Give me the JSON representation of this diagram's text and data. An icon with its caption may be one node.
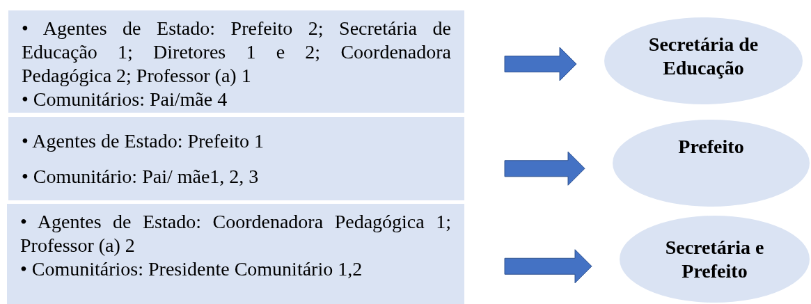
{
  "diagram": {
    "nodes": [
      {
        "text": [
          "• Agentes de Estado: Prefeito 2; Secretária de Educação 1; Diretores 1 e 2; Coordenadora Pedagógica 2; Professor (a) 1",
          "• Comunitários: Pai/mãe 4"
        ]
      },
      {
        "text": [
          "• Agentes de Estado: Prefeito 1",
          "• Comunitário: Pai/ mãe1, 2, 3"
        ]
      },
      {
        "text": [
          "• Agentes de Estado: Coordenadora Pedagógica 1; Professor (a) 2",
          "• Comunitários: Presidente Comunitário 1,2"
        ]
      },
      {
        "text": [
          "Secretária de Educação"
        ]
      },
      {
        "text": [
          "Prefeito"
        ]
      },
      {
        "text": [
          "Secretária e Prefeito"
        ]
      }
    ],
    "edges": [
      {
        "from": 0,
        "to": 3,
        "arrow": "to"
      },
      {
        "from": 1,
        "to": 4,
        "arrow": "to"
      },
      {
        "from": 2,
        "to": 5,
        "arrow": "to"
      }
    ]
  }
}
